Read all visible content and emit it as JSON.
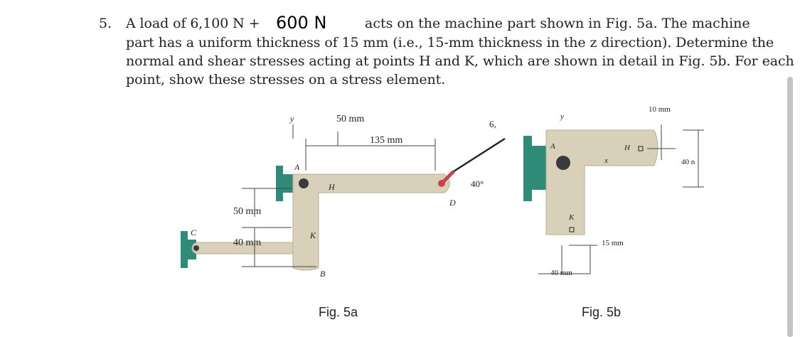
{
  "problem": {
    "number": "5.",
    "line1_a": "A load of 6,100 N +",
    "handwritten_load": "600 N",
    "line1_b": "acts on the machine part shown in Fig. 5a. The machine",
    "line2": "part has a uniform thickness of 15 mm (i.e., 15-mm thickness in the z direction). Determine the",
    "line3": "normal and shear stresses acting at points H and K, which are shown in detail in Fig. 5b. For each",
    "line4": "point, show these stresses on a stress element."
  },
  "fig5a": {
    "caption": "Fig. 5a",
    "dim_50_top": "50 mm",
    "dim_135": "135 mm",
    "dim_50_left": "50 mm",
    "dim_40_left": "40 mm",
    "angle": "40°",
    "load_label": "6,",
    "point_a": "A",
    "point_b": "B",
    "point_c": "C",
    "point_d": "D",
    "point_h": "H",
    "point_k": "K",
    "axis_y": "y"
  },
  "fig5b": {
    "caption": "Fig. 5b",
    "dim_10": "10 mm",
    "dim_40_right": "40 n",
    "dim_15": "15 mm",
    "dim_40_bottom": "40 mm",
    "point_a": "A",
    "point_h": "H",
    "point_k": "K",
    "axis_y": "y",
    "axis_x": "x"
  },
  "colors": {
    "part": "#d8d0b8",
    "part_edge": "#b9ae92",
    "support": "#2f8a78",
    "pin": "#3a3a3a",
    "chain": "#c9444a"
  }
}
